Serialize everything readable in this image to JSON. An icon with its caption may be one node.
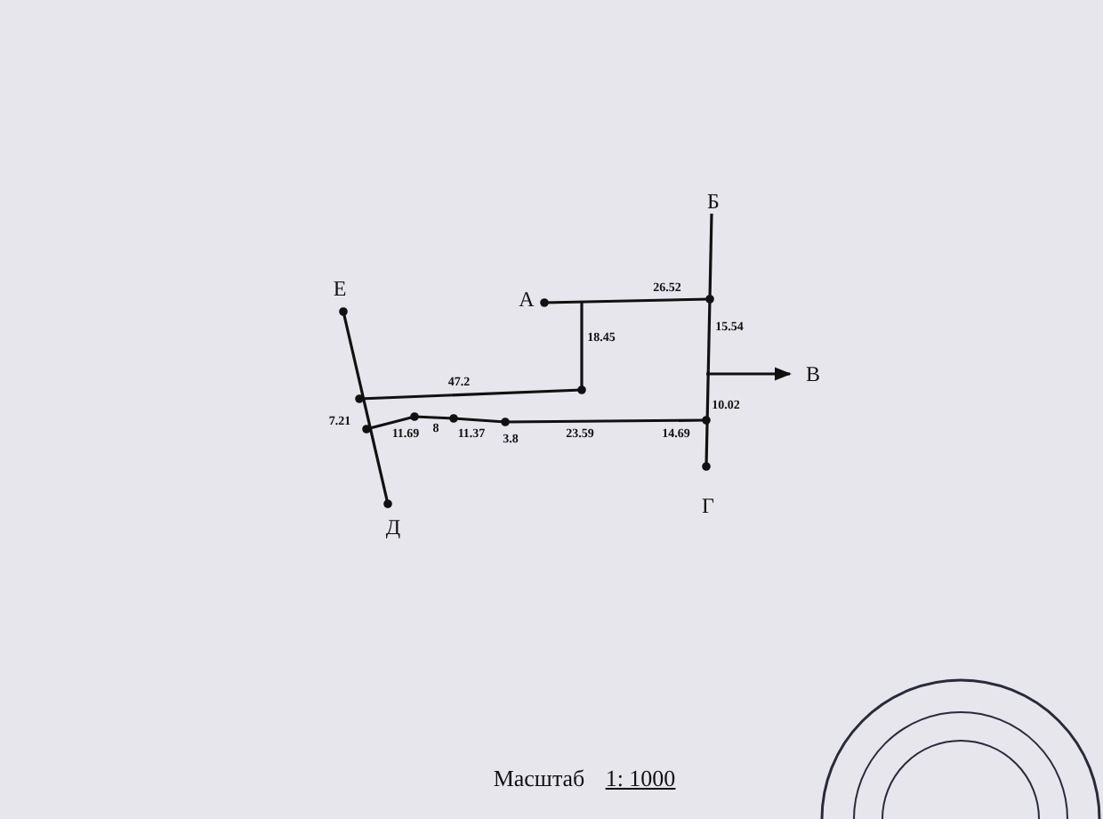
{
  "diagram": {
    "labels": [
      "Е",
      "А",
      "26.52",
      "Б",
      "18.45",
      "15.54",
      "В",
      "47.2",
      "10.02",
      "7.21",
      "11.69",
      "8",
      "11.37",
      "3.8",
      "23.59",
      "14.69",
      "Д",
      "Г",
      "Масштаб",
      "1: 1000"
    ]
  }
}
